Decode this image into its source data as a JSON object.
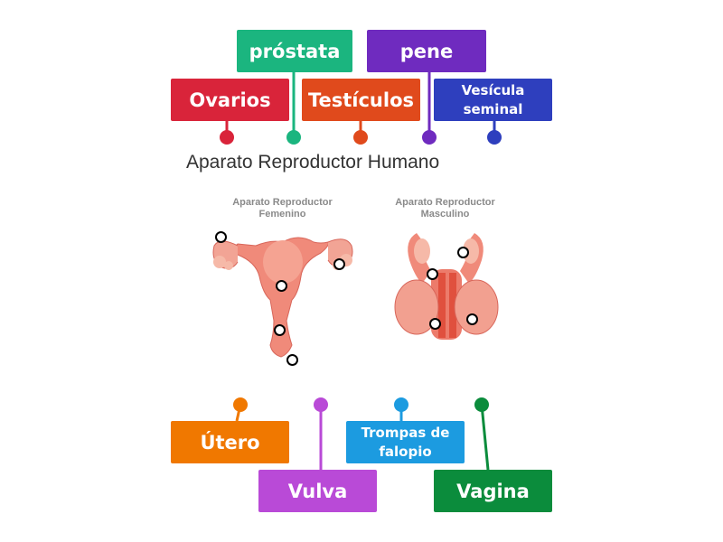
{
  "title": "Aparato Reproductor Humano",
  "captions": {
    "female": "Aparato Reproductor Femenino",
    "male": "Aparato Reproductor Masculino"
  },
  "labels": {
    "prostata": "próstata",
    "pene": "pene",
    "ovarios": "Ovarios",
    "testiculos": "Testículos",
    "vesicula": "Vesícula seminal",
    "utero": "Útero",
    "trompas": "Trompas de falopio",
    "vulva": "Vulva",
    "vagina": "Vagina"
  },
  "colors": {
    "red": "#d9243a",
    "green": "#1bb57f",
    "orange_red": "#e04a1c",
    "purple": "#6f2bbf",
    "blue": "#2e3fbe",
    "orange": "#f07800",
    "light_blue": "#1c9be0",
    "magenta": "#b94ad7",
    "dark_green": "#0b8c3c"
  }
}
